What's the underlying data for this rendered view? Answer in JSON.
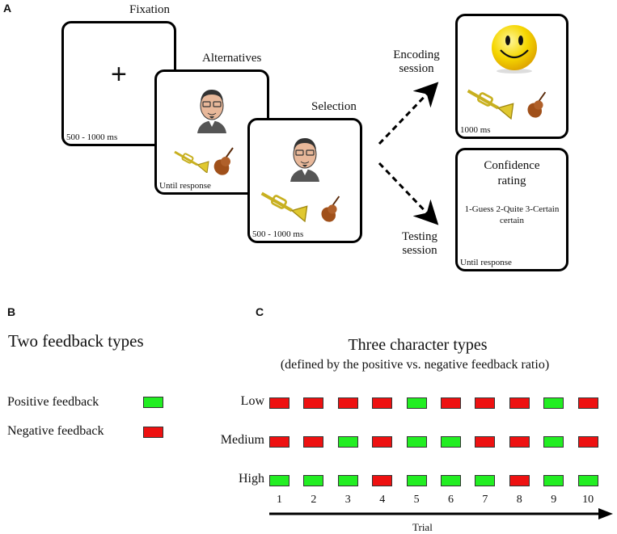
{
  "panel_a": {
    "letter": "A",
    "fixation": {
      "title": "Fixation",
      "symbol": "+",
      "duration": "500 - 1000 ms"
    },
    "alternatives": {
      "title": "Alternatives",
      "duration": "Until response",
      "items": [
        "character-avatar",
        "trumpet",
        "violin"
      ]
    },
    "selection": {
      "title": "Selection",
      "duration": "500 - 1000 ms",
      "items": [
        "character-avatar",
        "trumpet-selected",
        "violin"
      ]
    },
    "encoding": {
      "label_line1": "Encoding",
      "label_line2": "session",
      "duration": "1000 ms",
      "items": [
        "smiley-face",
        "trumpet",
        "violin"
      ]
    },
    "testing": {
      "label_line1": "Testing",
      "label_line2": "session",
      "title_line1": "Confidence",
      "title_line2": "rating",
      "scale_line1": "1-Guess 2-Quite 3-Certain",
      "scale_line2": "certain",
      "duration": "Until response"
    }
  },
  "panel_b": {
    "letter": "B",
    "title": "Two feedback types",
    "legend": [
      {
        "label": "Positive feedback",
        "color": "#22ee22"
      },
      {
        "label": "Negative feedback",
        "color": "#ee1111"
      }
    ]
  },
  "panel_c": {
    "letter": "C",
    "title": "Three character types",
    "subtitle": "(defined by the positive vs. negative feedback ratio)",
    "xlabel": "Trial"
  },
  "chart_data": {
    "type": "table",
    "title": "Three character types",
    "subtitle": "(defined by the positive vs. negative feedback ratio)",
    "xlabel": "Trial",
    "x": [
      "1",
      "2",
      "3",
      "4",
      "5",
      "6",
      "7",
      "8",
      "9",
      "10"
    ],
    "legend": {
      "P": "Positive feedback",
      "N": "Negative feedback"
    },
    "colors": {
      "P": "#22ee22",
      "N": "#ee1111"
    },
    "series": [
      {
        "name": "Low",
        "values": [
          "N",
          "N",
          "N",
          "N",
          "P",
          "N",
          "N",
          "N",
          "P",
          "N"
        ]
      },
      {
        "name": "Medium",
        "values": [
          "N",
          "N",
          "P",
          "N",
          "P",
          "P",
          "N",
          "N",
          "P",
          "N"
        ]
      },
      {
        "name": "High",
        "values": [
          "P",
          "P",
          "P",
          "N",
          "P",
          "P",
          "P",
          "N",
          "P",
          "P"
        ]
      }
    ]
  }
}
